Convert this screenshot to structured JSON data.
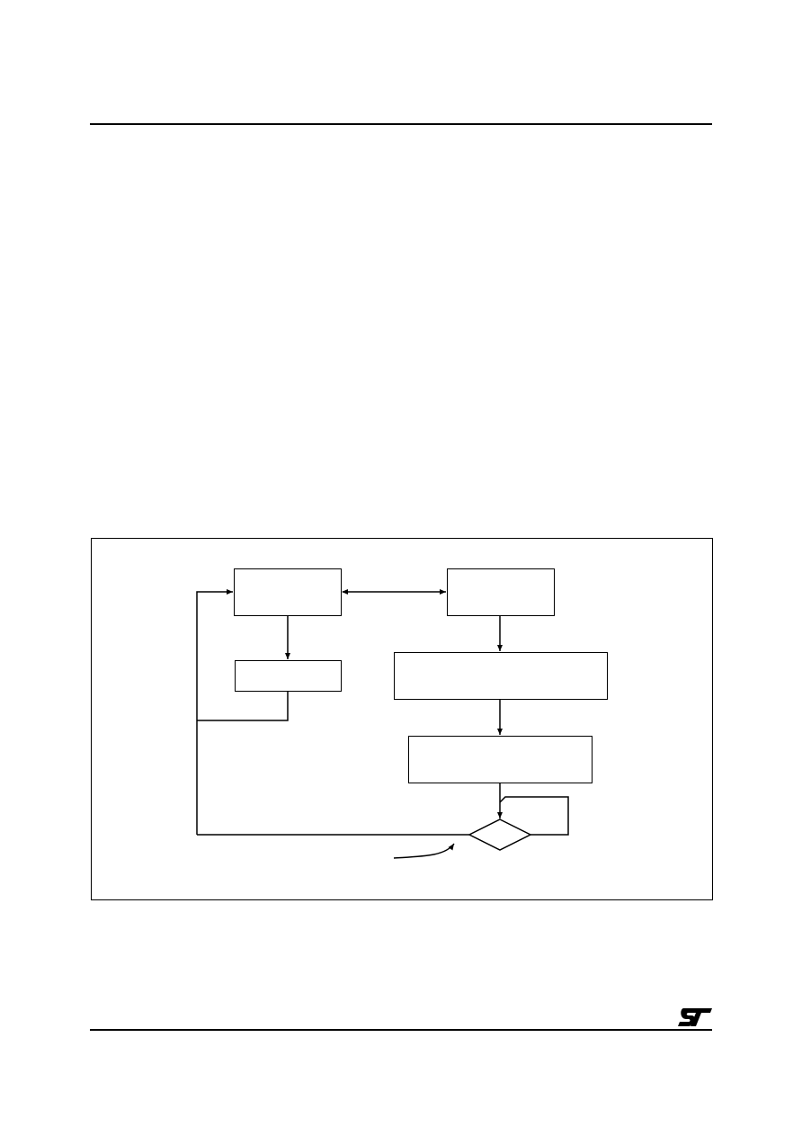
{
  "page": {
    "header_text": "",
    "footer_text": ""
  },
  "logo": {
    "name": "st-logo",
    "text": "ST"
  },
  "diagram": {
    "type": "flowchart",
    "boxes": {
      "a": "",
      "b": "",
      "c": "",
      "d": "",
      "e": ""
    },
    "decision_label": "",
    "annotation": ""
  }
}
